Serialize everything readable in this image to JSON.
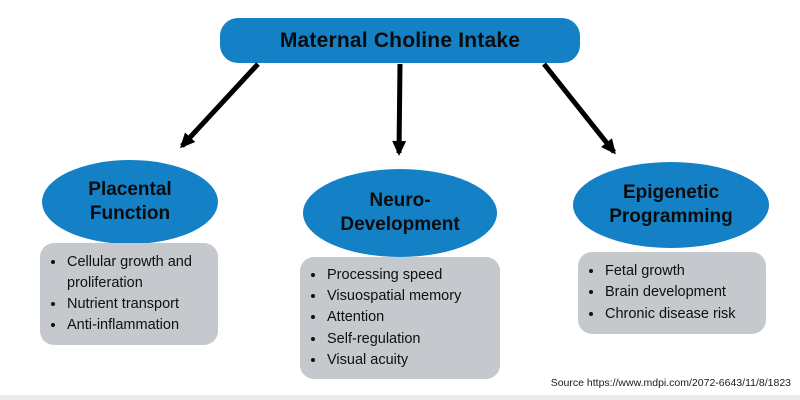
{
  "diagram": {
    "title": "Maternal Choline Intake",
    "source": "Source https://www.mdpi.com/2072-6643/11/8/1823",
    "branches": [
      {
        "heading_line1": "Placental",
        "heading_line2": "Function",
        "bullets": [
          "Cellular growth and proliferation",
          "Nutrient transport",
          "Anti-inflammation"
        ]
      },
      {
        "heading_line1": "Neuro-",
        "heading_line2": "Development",
        "bullets": [
          "Processing speed",
          "Visuospatial memory",
          "Attention",
          "Self-regulation",
          "Visual acuity"
        ]
      },
      {
        "heading_line1": "Epigenetic",
        "heading_line2": "Programming",
        "bullets": [
          "Fetal growth",
          "Brain development",
          "Chronic disease risk"
        ]
      }
    ]
  },
  "colors": {
    "node_blue": "#1480c6",
    "card_gray": "#c5c8cc",
    "arrow_black": "#000000",
    "bottom_strip": "#e9ebed"
  }
}
